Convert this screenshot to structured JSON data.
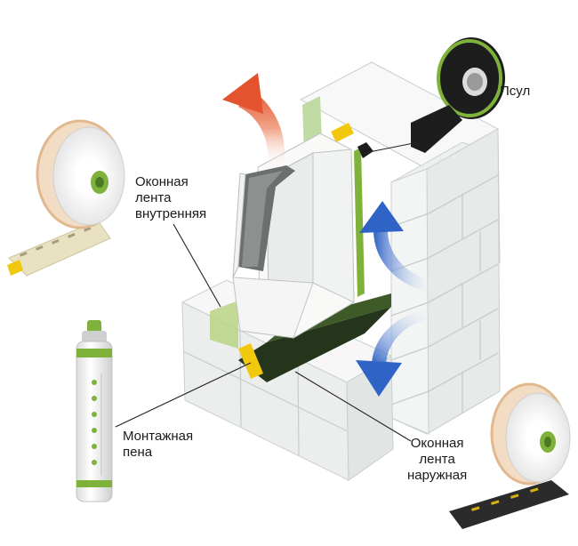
{
  "labels": {
    "psul": "Псул",
    "inner_tape": [
      "Оконная",
      "лента",
      "внутренняя"
    ],
    "foam": [
      "Монтажная",
      "пена"
    ],
    "outer_tape": [
      "Оконная",
      "лента",
      "наружная"
    ]
  },
  "colors": {
    "brick_face": "#f4f5f4",
    "brick_shade": "#dfe3e2",
    "brick_line": "#c9cfcd",
    "frame": "#f7f7f6",
    "glass": "#6b6f6d",
    "green_tape": "#7fb23a",
    "yellow_tape": "#f2c80f",
    "dark_green_gap": "#24351c",
    "arrow_warm": "#e3542e",
    "arrow_cold": "#2f63c6",
    "psul_roll": "#1d1d1d"
  }
}
